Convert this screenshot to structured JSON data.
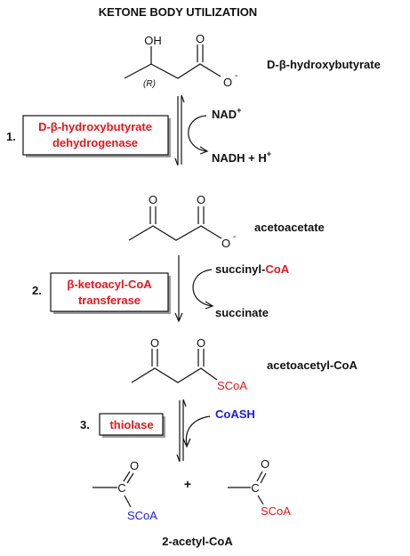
{
  "title": "KETONE BODY UTILIZATION",
  "colors": {
    "enzyme": "#e0191f",
    "coa": "#1c1cdc",
    "text": "#111111"
  },
  "molecules": {
    "hydroxybutyrate": {
      "name": "D-β-hydroxybutyrate",
      "oh": "OH",
      "o": "O",
      "o_minus": "O",
      "charge": "-",
      "stereo": "(R)"
    },
    "acetoacetate": {
      "name": "acetoacetate",
      "o1": "O",
      "o2": "O",
      "o_minus": "O",
      "charge": "-"
    },
    "acetoacetyl_coa": {
      "name": "acetoacetyl-CoA",
      "o1": "O",
      "o2": "O",
      "scoa": "SCoA"
    },
    "acetyl_coa_left": {
      "o": "O",
      "c": "C",
      "scoa": "SCoA"
    },
    "acetyl_coa_right": {
      "o": "O",
      "c": "C",
      "scoa": "SCoA"
    },
    "plus": "+",
    "product_name": "2-acetyl-CoA"
  },
  "steps": [
    {
      "number": "1.",
      "enzyme_line1": "D-β-hydroxybutyrate",
      "enzyme_line2": "dehydrogenase",
      "cofactor_in": "NAD",
      "cofactor_in_sup": "+",
      "cofactor_out": "NADH + H",
      "cofactor_out_sup": "+"
    },
    {
      "number": "2.",
      "enzyme_line1": "β-ketoacyl-CoA",
      "enzyme_line2": "transferase",
      "cofactor_in_prefix": "succinyl-",
      "cofactor_in_coa": "CoA",
      "cofactor_out": "succinate"
    },
    {
      "number": "3.",
      "enzyme_line1": "thiolase",
      "cofactor_in": "CoASH"
    }
  ]
}
